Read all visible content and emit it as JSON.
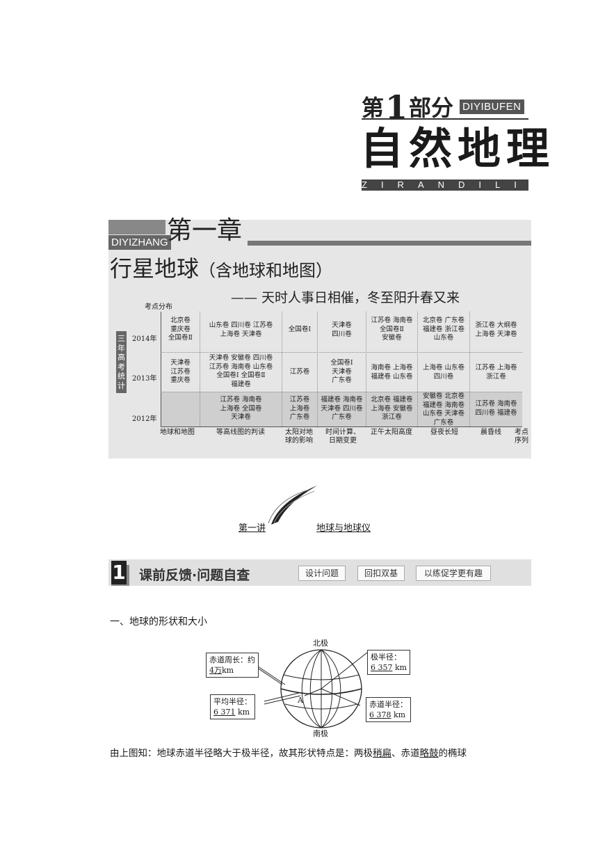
{
  "part": {
    "prefix": "第",
    "number": "1",
    "suffix": "部分",
    "tag": "DIYIBUFEN",
    "title": "自然地理",
    "pinyin": "ZIRANDILI"
  },
  "chapter": {
    "tag": "DIYIZHANG",
    "title": "第一章",
    "subtitle": "行星地球",
    "subtitle_paren": "（含地球和地图）",
    "motto": "—— 天时人事日相催，冬至阳升春又来"
  },
  "stats": {
    "corner_label": "考点分布",
    "side_tag": "三年高考统计",
    "years": [
      "2014年",
      "2013年",
      "2012年"
    ],
    "topics": [
      "地球和地图",
      "等高线图的判读",
      "太阳对地\n球的影响",
      "时间计算、\n日期变更",
      "正午太阳高度",
      "昼夜长短",
      "晨昏线",
      "考点\n序列"
    ],
    "rows": [
      [
        "北京卷\n重庆卷\n全国卷Ⅱ",
        "山东卷 四川卷 江苏卷\n上海卷 天津卷",
        "全国卷Ⅰ",
        "天津卷\n四川卷",
        "江苏卷 海南卷\n全国卷Ⅱ\n安徽卷",
        "北京卷 广东卷\n福建卷 浙江卷\n山东卷",
        "浙江卷 大纲卷\n上海卷 天津卷"
      ],
      [
        "天津卷\n江苏卷\n重庆卷",
        "天津卷 安徽卷 四川卷\n江苏卷 海南卷 山东卷\n全国卷Ⅰ 全国卷Ⅱ\n福建卷",
        "江苏卷",
        "全国卷Ⅰ\n天津卷\n广东卷",
        "海南卷 上海卷\n福建卷 山东卷",
        "上海卷 山东卷\n四川卷",
        "江苏卷 上海卷\n浙江卷"
      ],
      [
        "",
        "江苏卷 海南卷\n上海卷 全国卷\n天津卷",
        "江苏卷\n上海卷\n广东卷",
        "福建卷 海南卷\n天津卷 四川卷\n广东卷",
        "北京卷 福建卷\n上海卷 安徽卷\n浙江卷",
        "安徽卷 北京卷\n福建卷 海南卷\n山东卷 天津卷\n广东卷",
        "江苏卷 海南卷\n四川卷 福建卷"
      ]
    ]
  },
  "lecture": {
    "number": "第一讲",
    "title": "地球与地球仪"
  },
  "section": {
    "number": "1",
    "title": "课前反馈·问题自查",
    "buttons": [
      "设计问题",
      "回扣双基",
      "以练促学更有趣"
    ]
  },
  "topic_heading": "一、地球的形状和大小",
  "globe": {
    "north": "北极",
    "south": "南极",
    "point": "A",
    "equator_circ_label": "赤道周长：约",
    "equator_circ_value": "4万",
    "equator_circ_unit": "km",
    "polar_label": "极半径：",
    "polar_value": "6 357",
    "polar_unit": "km",
    "mean_label": "平均半径：",
    "mean_value": "6 371",
    "mean_unit": "km",
    "eq_radius_label": "赤道半径：",
    "eq_radius_value": "6 378",
    "eq_radius_unit": "km"
  },
  "conclusion": {
    "t1": "由上图知：地球赤道半径略大于极半径，故其形状特点是：两极",
    "u1": "稍扁",
    "t2": "、赤道",
    "u2": "略鼓",
    "t3": "的椭球"
  }
}
